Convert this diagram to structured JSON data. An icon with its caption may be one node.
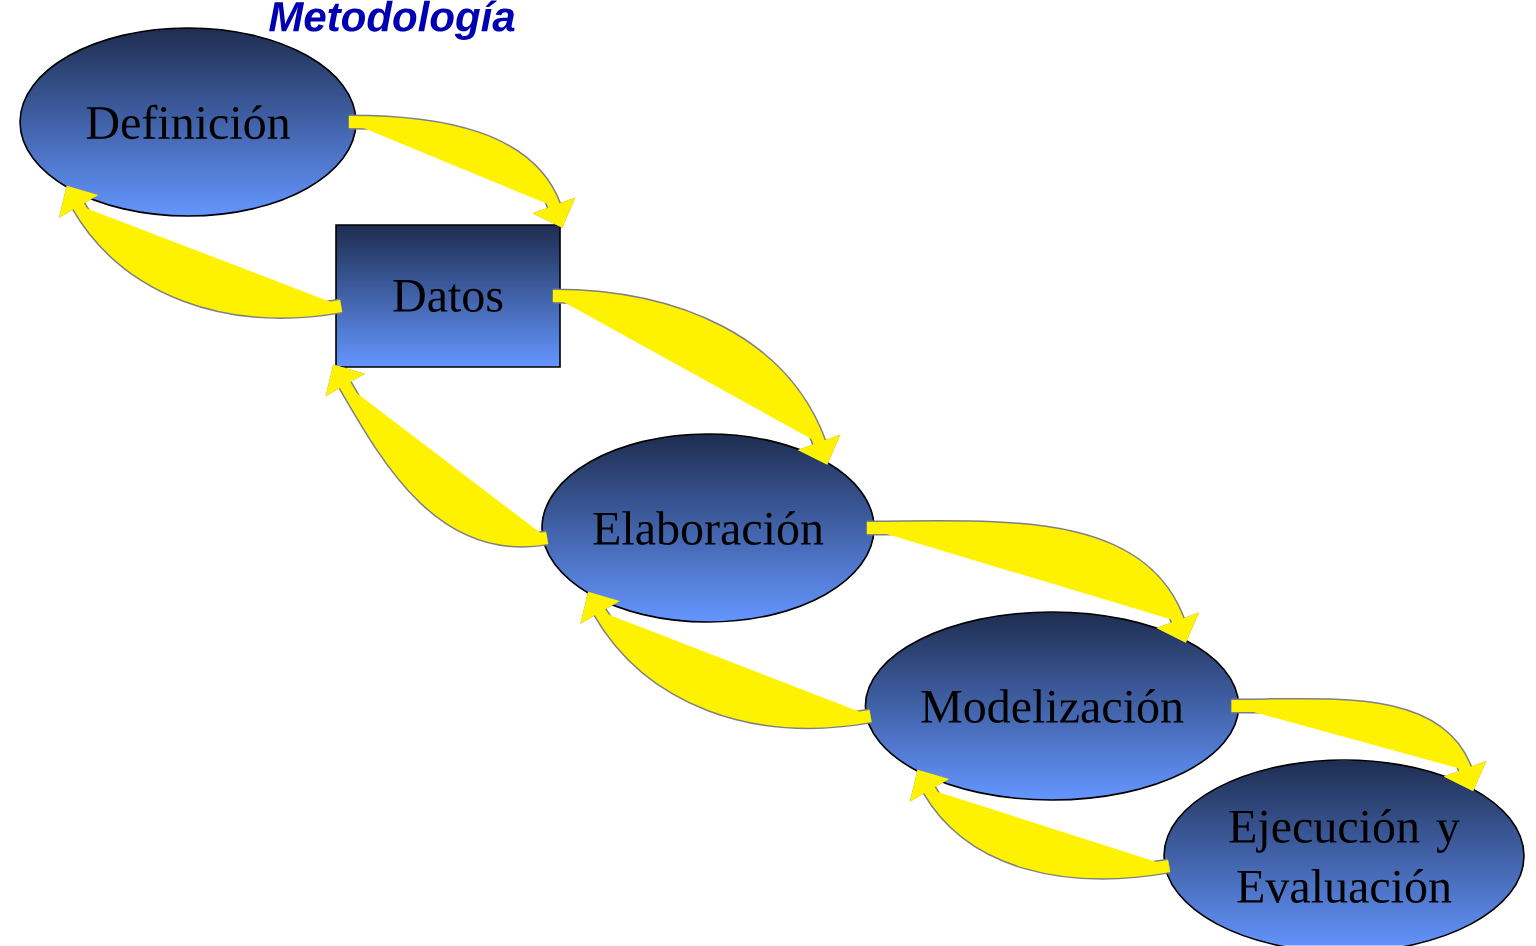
{
  "diagram": {
    "title": "Metodología",
    "nodes": [
      {
        "text": [
          "Definición"
        ]
      },
      {
        "text": [
          "Datos"
        ]
      },
      {
        "text": [
          "Elaboración"
        ]
      },
      {
        "text": [
          "Modelización"
        ]
      },
      {
        "text": [
          "Ejecución y Evaluación"
        ]
      }
    ],
    "edges": [
      {
        "from": 0,
        "to": 1,
        "arrow": "to"
      },
      {
        "from": 1,
        "to": 0,
        "arrow": "to"
      },
      {
        "from": 1,
        "to": 2,
        "arrow": "to"
      },
      {
        "from": 2,
        "to": 1,
        "arrow": "to"
      },
      {
        "from": 2,
        "to": 3,
        "arrow": "to"
      },
      {
        "from": 3,
        "to": 2,
        "arrow": "to"
      },
      {
        "from": 3,
        "to": 4,
        "arrow": "to"
      },
      {
        "from": 4,
        "to": 3,
        "arrow": "to"
      }
    ]
  }
}
